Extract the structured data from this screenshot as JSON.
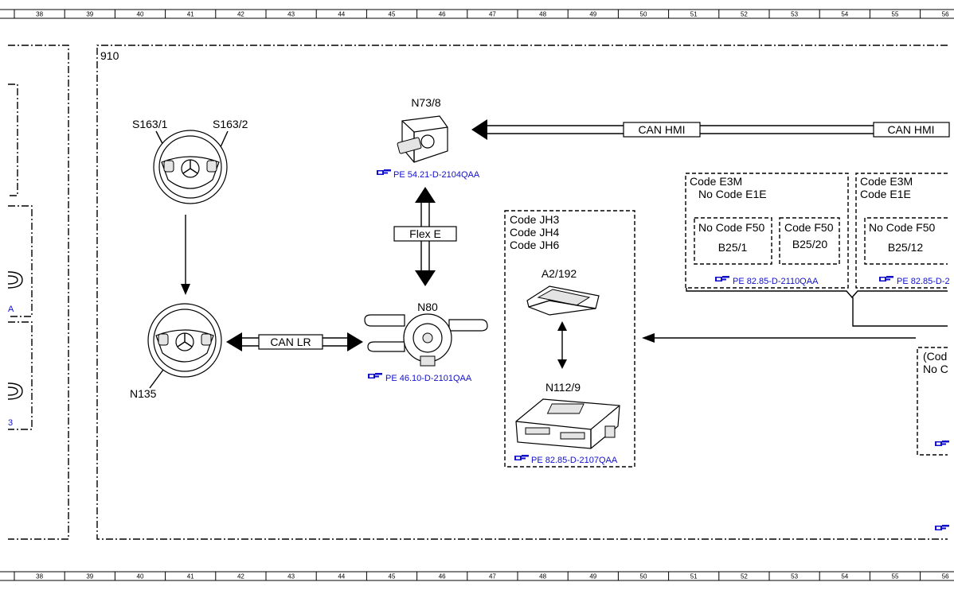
{
  "ruler": {
    "columns": [
      "38",
      "39",
      "40",
      "41",
      "42",
      "43",
      "44",
      "45",
      "46",
      "47",
      "48",
      "49",
      "50",
      "51",
      "52",
      "53",
      "54",
      "55",
      "56"
    ]
  },
  "frame": {
    "label": "910"
  },
  "components": {
    "s163_1": "S163/1",
    "s163_2": "S163/2",
    "n135": "N135",
    "n73_8": "N73/8",
    "n80": "N80",
    "a2_192": "A2/192",
    "n112_9": "N112/9"
  },
  "buses": {
    "can_hmi_1": "CAN HMI",
    "can_hmi_2": "CAN HMI",
    "can_lr": "CAN LR",
    "flex_e": "Flex E"
  },
  "refs": {
    "n73_8": "PE 54.21-D-2104QAA",
    "n80": "PE 46.10-D-2101QAA",
    "n112_9": "PE 82.85-D-2107QAA",
    "b25_group_1": "PE 82.85-D-2110QAA",
    "b25_group_2": "PE 82.85-D-2"
  },
  "code_box_jh": {
    "line1": "Code JH3",
    "line2": "Code JH4",
    "line3": "Code JH6"
  },
  "code_box_e3m_1": {
    "line1": "Code E3M",
    "line2": "No Code E1E",
    "sub1_code": "No Code F50",
    "sub1_part": "B25/1",
    "sub2_code": "Code F50",
    "sub2_part": "B25/20"
  },
  "code_box_e3m_2": {
    "line1": "Code E3M",
    "line2": "Code E1E",
    "sub1_code": "No Code F50",
    "sub1_part": "B25/12"
  },
  "code_box_cut": {
    "line1": "(Cod",
    "line2": "No C"
  },
  "left_cut": {
    "ref_a": "A",
    "ref_b": "3"
  },
  "icons": {
    "reference": "pointing-hand-icon"
  }
}
